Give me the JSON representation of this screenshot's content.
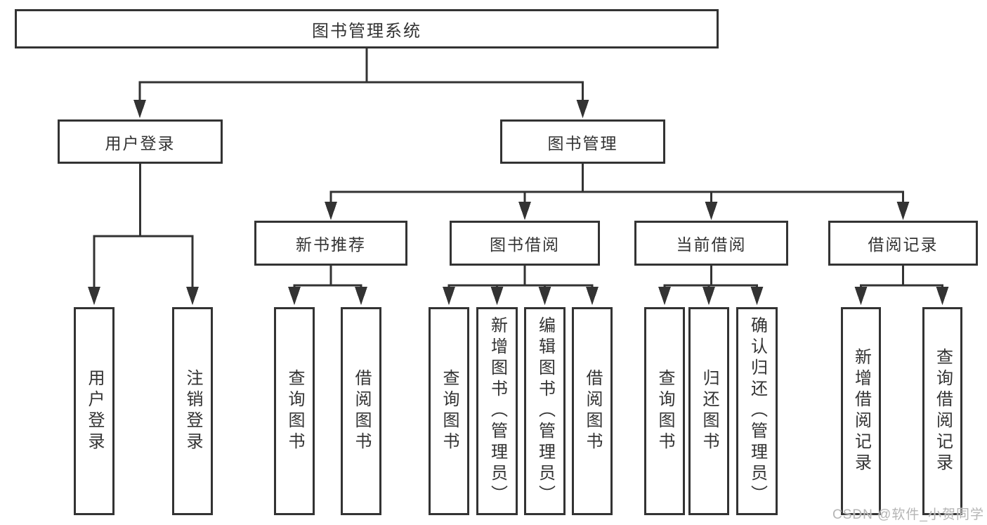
{
  "diagram": {
    "tree": {
      "root": {
        "label": "图书管理系统"
      },
      "branches": [
        {
          "label": "用户登录",
          "children": [
            {
              "label": "用户登录"
            },
            {
              "label": "注销登录"
            }
          ]
        },
        {
          "label": "图书管理",
          "children": [
            {
              "label": "新书推荐",
              "children": [
                {
                  "label": "查询图书"
                },
                {
                  "label": "借阅图书"
                }
              ]
            },
            {
              "label": "图书借阅",
              "children": [
                {
                  "label": "查询图书"
                },
                {
                  "label": "新增图书（管理员）"
                },
                {
                  "label": "编辑图书（管理员）"
                },
                {
                  "label": "借阅图书"
                }
              ]
            },
            {
              "label": "当前借阅",
              "children": [
                {
                  "label": "查询图书"
                },
                {
                  "label": "归还图书"
                },
                {
                  "label": "确认归还（管理员）"
                }
              ]
            },
            {
              "label": "借阅记录",
              "children": [
                {
                  "label": "新增借阅记录"
                },
                {
                  "label": "查询借阅记录"
                }
              ]
            }
          ]
        }
      ]
    },
    "colors": {
      "line": "#333333",
      "text": "#333333",
      "node_background": "#ffffff",
      "watermark_text": "#b5b5b5",
      "page_background": "#ffffff"
    }
  },
  "watermark": "CSDN @软件_小贺同学"
}
